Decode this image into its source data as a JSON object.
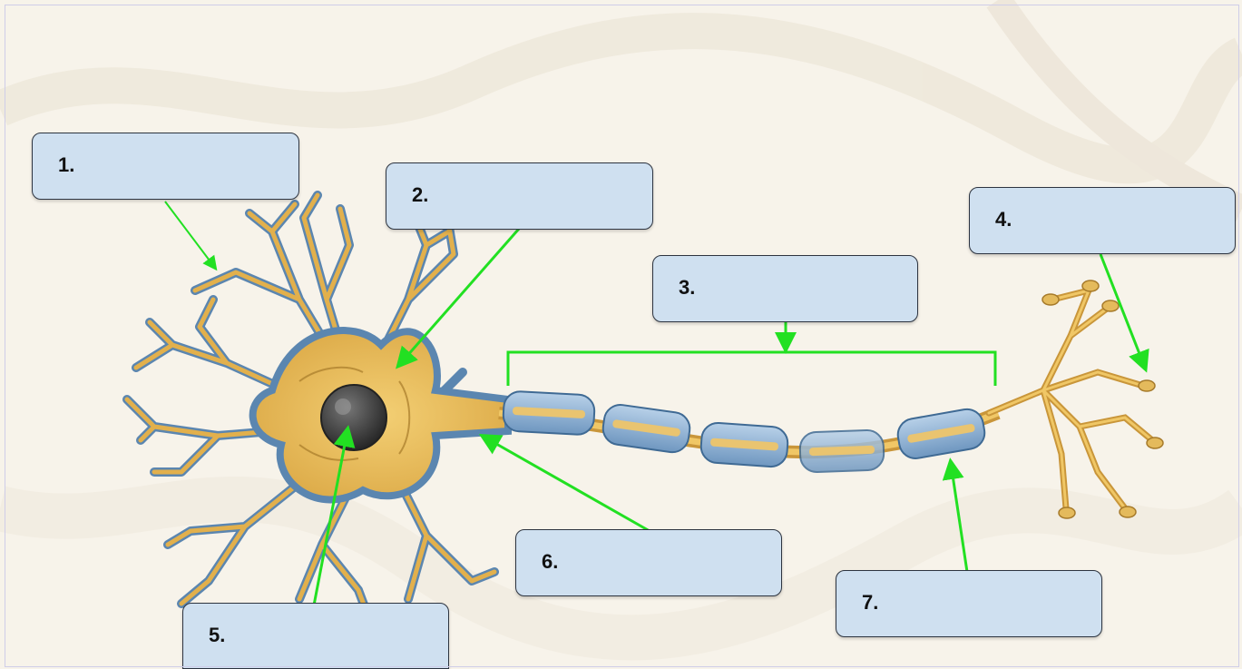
{
  "labels": [
    {
      "id": 1,
      "text": "1."
    },
    {
      "id": 2,
      "text": "2."
    },
    {
      "id": 3,
      "text": "3."
    },
    {
      "id": 4,
      "text": "4."
    },
    {
      "id": 5,
      "text": "5."
    },
    {
      "id": 6,
      "text": "6."
    },
    {
      "id": 7,
      "text": "7."
    }
  ],
  "colors": {
    "background": "#f7f3ea",
    "label_fill": "#cfe0f0",
    "label_border": "#2d3440",
    "arrow": "#22e022",
    "neuron_body": "#e9b94e",
    "myelin": "#8fb3d6",
    "dendrite_outline": "#5b86b0",
    "nucleus": "#3a3a3a"
  }
}
